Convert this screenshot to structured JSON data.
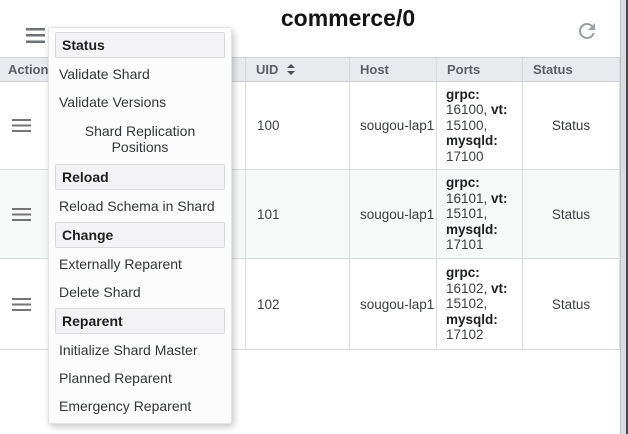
{
  "toolbar": {
    "title": "commerce/0"
  },
  "action_menu": {
    "sections": [
      {
        "header": "Status",
        "items": [
          "Validate Shard",
          "Validate Versions",
          "Shard Replication Positions"
        ]
      },
      {
        "header": "Reload",
        "items": [
          "Reload Schema in Shard"
        ]
      },
      {
        "header": "Change",
        "items": [
          "Externally Reparent",
          "Delete Shard"
        ]
      },
      {
        "header": "Reparent",
        "items": [
          "Initialize Shard Master",
          "Planned Reparent",
          "Emergency Reparent"
        ]
      }
    ]
  },
  "table": {
    "headers": {
      "action": "Action",
      "uid": "UID",
      "host": "Host",
      "ports": "Ports",
      "status": "Status"
    },
    "rows": [
      {
        "uid": "100",
        "host": "sougou-lap1",
        "ports": {
          "grpc_label": "grpc:",
          "grpc_value": " 16100, ",
          "vt_label": "vt:",
          "vt_value": " 15100, ",
          "mysqld_label": "mysqld:",
          "mysqld_value": " 17100"
        },
        "status": "Status"
      },
      {
        "uid": "101",
        "host": "sougou-lap1",
        "ports": {
          "grpc_label": "grpc:",
          "grpc_value": " 16101, ",
          "vt_label": "vt:",
          "vt_value": " 15101, ",
          "mysqld_label": "mysqld:",
          "mysqld_value": " 17101"
        },
        "status": "Status"
      },
      {
        "uid": "102",
        "host": "sougou-lap1",
        "ports": {
          "grpc_label": "grpc:",
          "grpc_value": " 16102, ",
          "vt_label": "vt:",
          "vt_value": " 15102, ",
          "mysqld_label": "mysqld:",
          "mysqld_value": " 17102"
        },
        "status": "Status"
      }
    ]
  },
  "colors": {
    "table_header_bg": "#e8eaee",
    "row_alt_bg": "#f7f8f8",
    "icon_gray": "#757575",
    "refresh_gray": "#9aa0a6"
  }
}
